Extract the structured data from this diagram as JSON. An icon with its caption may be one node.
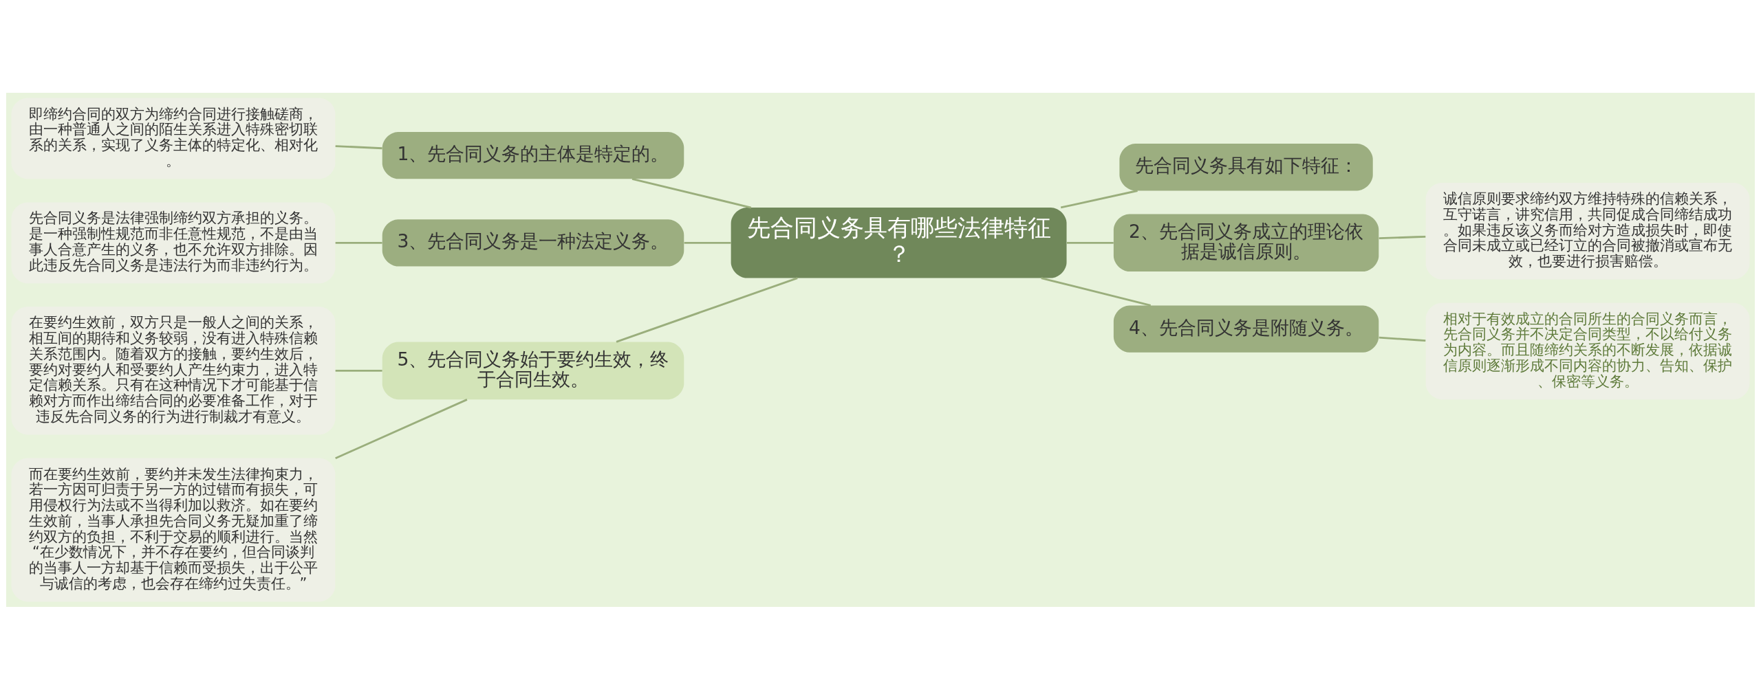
{
  "diagram": {
    "nodes": [
      {
        "text": [
          "先合同义务具有哪些法律特征？"
        ]
      },
      {
        "text": [
          "1、先合同义务的主体是特定的。"
        ]
      },
      {
        "text": [
          "即缔约合同的双方为缔约合同进行接触磋商，由一种普通人之间的陌生关系进入特殊密切联系的关系，实现了义务主体的特定化、相对化。"
        ]
      },
      {
        "text": [
          "3、先合同义务是一种法定义务。"
        ]
      },
      {
        "text": [
          "先合同义务是法律强制缔约双方承担的义务。是一种强制性规范而非任意性规范，不是由当事人合意产生的义务，也不允许双方排除。因此违反先合同义务是违法行为而非违约行为。"
        ]
      },
      {
        "text": [
          "5、先合同义务始于要约生效，终于合同生效。"
        ]
      },
      {
        "text": [
          "在要约生效前，双方只是一般人之间的关系，相互间的期待和义务较弱，没有进入特殊信赖关系范围内。随着双方的接触，要约生效后，要约对要约人和受要约人产生约束力，进入特定信赖关系。只有在这种情况下才可能基于信赖对方而作出缔结合同的必要准备工作，对于违反先合同义务的行为进行制裁才有意义。"
        ]
      },
      {
        "text": [
          "而在要约生效前，要约并未发生法律拘束力，若一方因可归责于另一方的过错而有损失，可用侵权行为法或不当得利加以救济。如在要约生效前，当事人承担先合同义务无疑加重了缔约双方的负担，不利于交易的顺利进行。当然“在少数情况下，并不存在要约，但合同谈判的当事人一方却基于信赖而受损失，出于公平与诚信的考虑，也会存在缔约过失责任。”"
        ]
      },
      {
        "text": [
          "先合同义务具有如下特征："
        ]
      },
      {
        "text": [
          "2、先合同义务成立的理论依据是诚信原则。"
        ]
      },
      {
        "text": [
          "诚信原则要求缔约双方维持特殊的信赖关系，互守诺言，讲究信用，共同促成合同缔结成功。如果违反该义务而给对方造成损失时，即使合同未成立或已经订立的合同被撤消或宣布无效，也要进行损害赔偿。"
        ]
      },
      {
        "text": [
          "4、先合同义务是附随义务。"
        ]
      },
      {
        "text": [
          "相对于有效成立的合同所生的合同义务而言，先合同义务并不决定合同类型，不以给付义务为内容。而且随缔约关系的不断发展，依据诚信原则逐渐形成不同内容的协力、告知、保护、保密等义务。"
        ]
      }
    ],
    "edges": [
      {
        "from": 0,
        "to": 1,
        "arrow": "none"
      },
      {
        "from": 1,
        "to": 2,
        "arrow": "none"
      },
      {
        "from": 0,
        "to": 3,
        "arrow": "none"
      },
      {
        "from": 3,
        "to": 4,
        "arrow": "none"
      },
      {
        "from": 0,
        "to": 5,
        "arrow": "none"
      },
      {
        "from": 5,
        "to": 6,
        "arrow": "none"
      },
      {
        "from": 5,
        "to": 7,
        "arrow": "none"
      },
      {
        "from": 0,
        "to": 8,
        "arrow": "none"
      },
      {
        "from": 0,
        "to": 9,
        "arrow": "none"
      },
      {
        "from": 9,
        "to": 10,
        "arrow": "none"
      },
      {
        "from": 0,
        "to": 11,
        "arrow": "none"
      },
      {
        "from": 11,
        "to": 12,
        "arrow": "none"
      }
    ]
  }
}
